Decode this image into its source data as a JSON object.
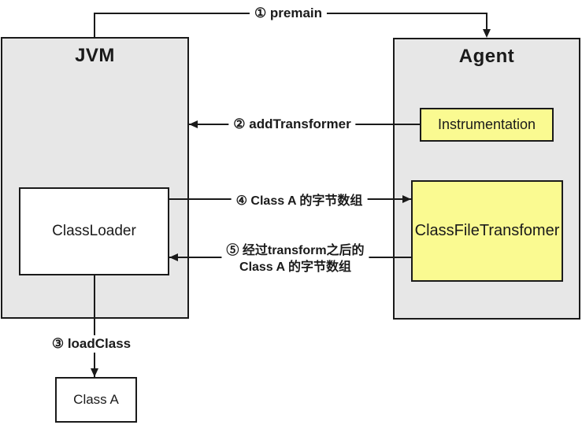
{
  "diagram": {
    "containers": {
      "jvm": "JVM",
      "agent": "Agent"
    },
    "nodes": {
      "classloader": "ClassLoader",
      "instrumentation": "Instrumentation",
      "transformer": "ClassFileTransfomer",
      "class_a": "Class A"
    },
    "arrows": {
      "premain": "① premain",
      "add_transformer": "② addTransformer",
      "load_class": "③ loadClass",
      "class_a_bytes": "④ Class A 的字节数组",
      "transformed": {
        "line1": "⑤ 经过transform之后的",
        "line2": "Class A 的字节数组"
      }
    },
    "colors": {
      "container-fill": "#e7e7e7",
      "node-fill": "#ffffff",
      "highlight-fill": "#fafa91",
      "line": "#1a1a1a",
      "background": "#ffffff"
    }
  }
}
